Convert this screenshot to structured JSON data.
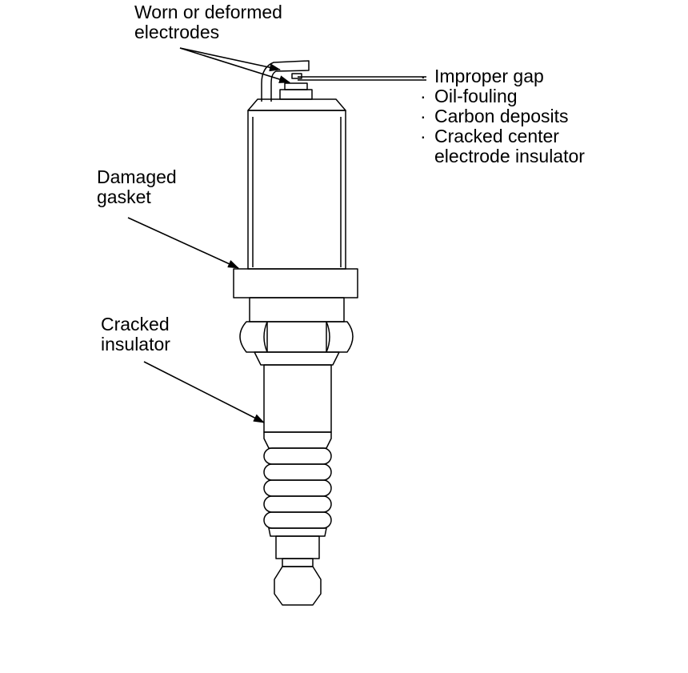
{
  "labels": {
    "electrodes": [
      "Worn or deformed",
      "electrodes"
    ],
    "gasket": [
      "Damaged",
      "gasket"
    ],
    "insulator": [
      "Cracked",
      "insulator"
    ]
  },
  "bullet_marker": "·",
  "gap_issues": [
    "Improper gap",
    "Oil-fouling",
    "Carbon deposits",
    "Cracked center",
    "electrode insulator"
  ]
}
